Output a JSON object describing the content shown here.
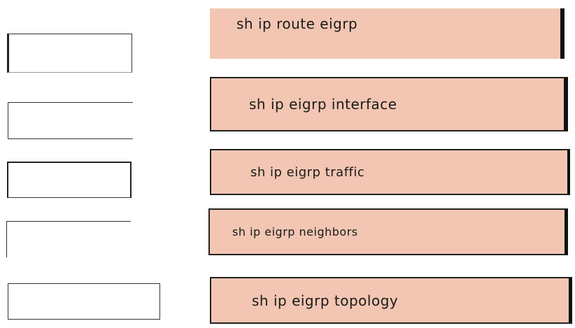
{
  "colors": {
    "command_box_fill": "#f2c6b2",
    "drop_box_fill": "#ffffff",
    "border": "#222222"
  },
  "commands": [
    {
      "label": "sh ip route eigrp"
    },
    {
      "label": "sh ip eigrp interface"
    },
    {
      "label": "sh ip eigrp traffic"
    },
    {
      "label": "sh ip eigrp neighbors"
    },
    {
      "label": "sh ip eigrp topology"
    }
  ]
}
